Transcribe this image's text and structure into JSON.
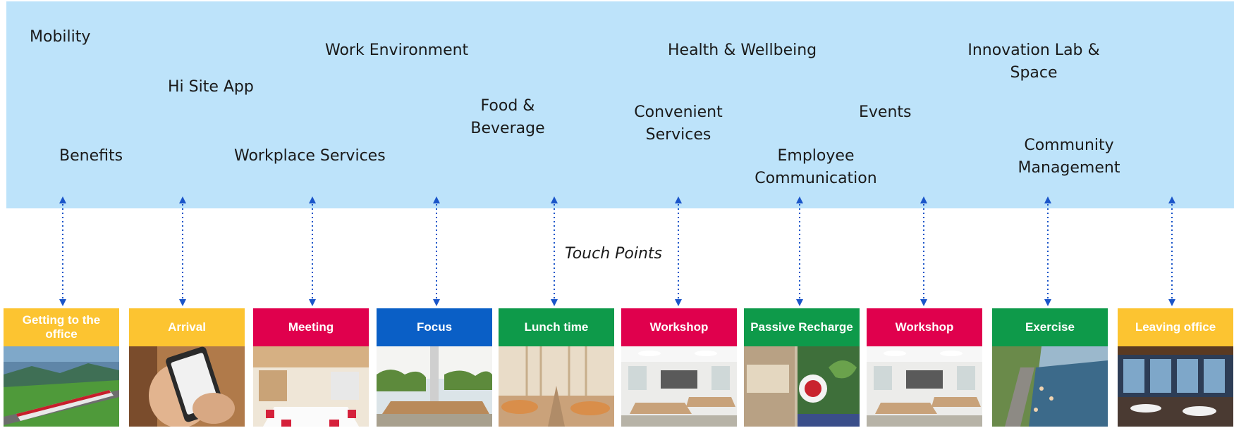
{
  "services": [
    {
      "key": "mobility",
      "label": "Mobility"
    },
    {
      "key": "hi-site-app",
      "label": "Hi Site App"
    },
    {
      "key": "benefits",
      "label": "Benefits"
    },
    {
      "key": "work-environment",
      "label": "Work Environment"
    },
    {
      "key": "workplace-services",
      "label": "Workplace Services"
    },
    {
      "key": "food-beverage",
      "label": "Food &\nBeverage"
    },
    {
      "key": "convenient-services",
      "label": "Convenient\nServices"
    },
    {
      "key": "health-wellbeing",
      "label": "Health & Wellbeing"
    },
    {
      "key": "employee-communication",
      "label": "Employee\nCommunication"
    },
    {
      "key": "events",
      "label": "Events"
    },
    {
      "key": "innovation-lab",
      "label": "Innovation Lab &\nSpace"
    },
    {
      "key": "community-management",
      "label": "Community\nManagement"
    }
  ],
  "touch_points_label": "Touch Points",
  "journey": [
    {
      "label": "Getting to the office",
      "color": "#fcc431",
      "scene": "train-landscape"
    },
    {
      "label": "Arrival",
      "color": "#fcc431",
      "scene": "smartphone"
    },
    {
      "label": "Meeting",
      "color": "#e0004d",
      "scene": "meeting-room"
    },
    {
      "label": "Focus",
      "color": "#0a5fc6",
      "scene": "open-office"
    },
    {
      "label": "Lunch time",
      "color": "#0e9a4a",
      "scene": "restaurant"
    },
    {
      "label": "Workshop",
      "color": "#e0004d",
      "scene": "workshop-room"
    },
    {
      "label": "Passive Recharge",
      "color": "#0e9a4a",
      "scene": "lounge"
    },
    {
      "label": "Workshop",
      "color": "#e0004d",
      "scene": "workshop-room"
    },
    {
      "label": "Exercise",
      "color": "#0e9a4a",
      "scene": "riverside"
    },
    {
      "label": "Leaving office",
      "color": "#fcc431",
      "scene": "evening-terrace"
    }
  ],
  "colors": {
    "band": "#bde3fa",
    "arrow": "#1a55c9"
  }
}
